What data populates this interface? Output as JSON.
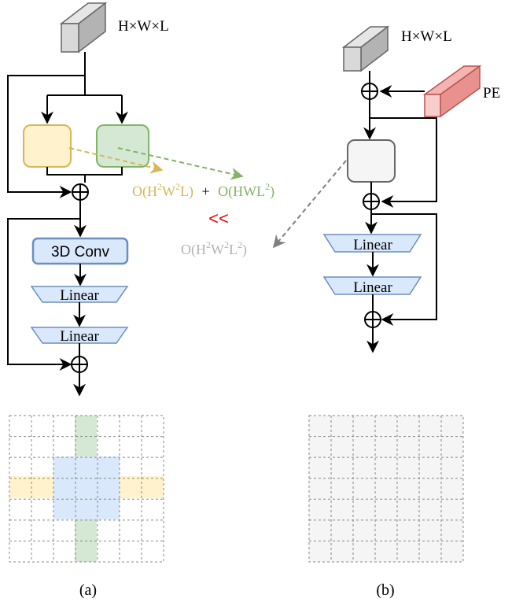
{
  "left": {
    "input_label": "H×W×L",
    "conv_label": "3D Conv",
    "linear1_label": "Linear",
    "linear2_label": "Linear",
    "caption": "(a)"
  },
  "right": {
    "input_label": "H×W×L",
    "pe_label": "PE",
    "linear1_label": "Linear",
    "linear2_label": "Linear",
    "caption": "(b)"
  },
  "complexity": {
    "yellow_O": "O(H",
    "yellow_exp1": "2",
    "yellow_W": "W",
    "yellow_exp2": "2",
    "yellow_end": "L)",
    "plus": "+",
    "green_start": "O(HWL",
    "green_exp": "2",
    "green_end": ")",
    "less_than": "<<",
    "gray_O": "O(H",
    "gray_exp1": "2",
    "gray_W": "W",
    "gray_exp2": "2",
    "gray_L": "L",
    "gray_exp3": "2",
    "gray_end": ")"
  },
  "colors": {
    "yellow_fill": "#fff2cc",
    "yellow_stroke": "#d6b656",
    "green_fill": "#d5e8d4",
    "green_stroke": "#82b366",
    "blue_fill": "#dae8fc",
    "blue_stroke": "#6c8ebf",
    "pe_fill": "#f8cecc",
    "pe_stroke": "#b85450",
    "gray_fill": "#f5f5f5",
    "gray_stroke": "#666666",
    "red_text": "#ff0000",
    "yellow_text": "#d6b656",
    "green_text": "#82b366",
    "gray_text": "#b3b3b3"
  }
}
